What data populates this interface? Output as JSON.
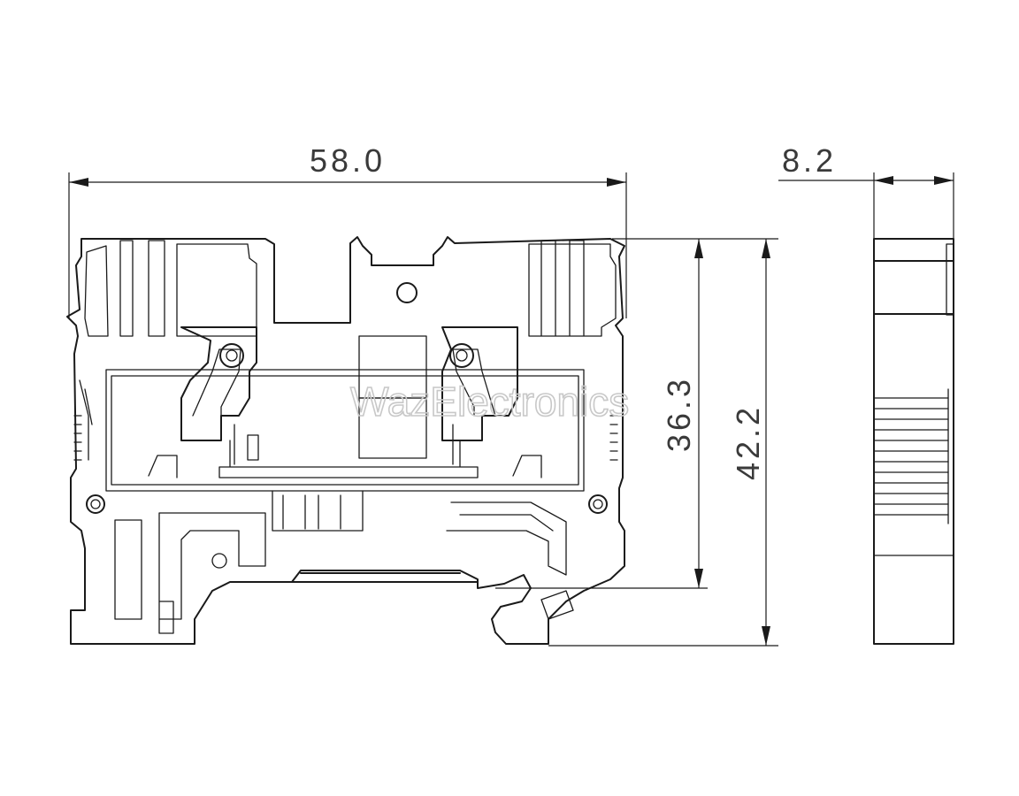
{
  "dimensions": {
    "width": "58.0",
    "depth": "8.2",
    "height_inner": "36.3",
    "height_total": "42.2"
  },
  "watermark": "WazElectronics",
  "colors": {
    "line": "#1a1a1a",
    "text": "#3a3a3a",
    "watermark": "#c8c8c8",
    "background": "#ffffff"
  }
}
